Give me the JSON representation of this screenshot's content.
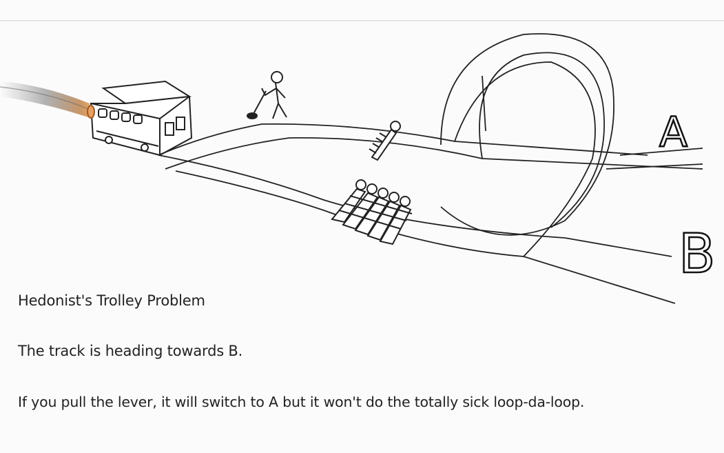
{
  "meme": {
    "labels": {
      "track_a": "A",
      "track_b": "B"
    },
    "caption": {
      "title": "Hedonist's Trolley Problem",
      "line1": "The track is heading towards B.",
      "line2": "If you pull the lever, it will switch to A but it won't do the totally sick loop-da-loop."
    }
  },
  "icons": {
    "trolley": "trolley-icon",
    "lever_person": "person-with-lever-icon",
    "tied_person": "tied-person-icon",
    "tied_group": "tied-people-group-icon"
  }
}
